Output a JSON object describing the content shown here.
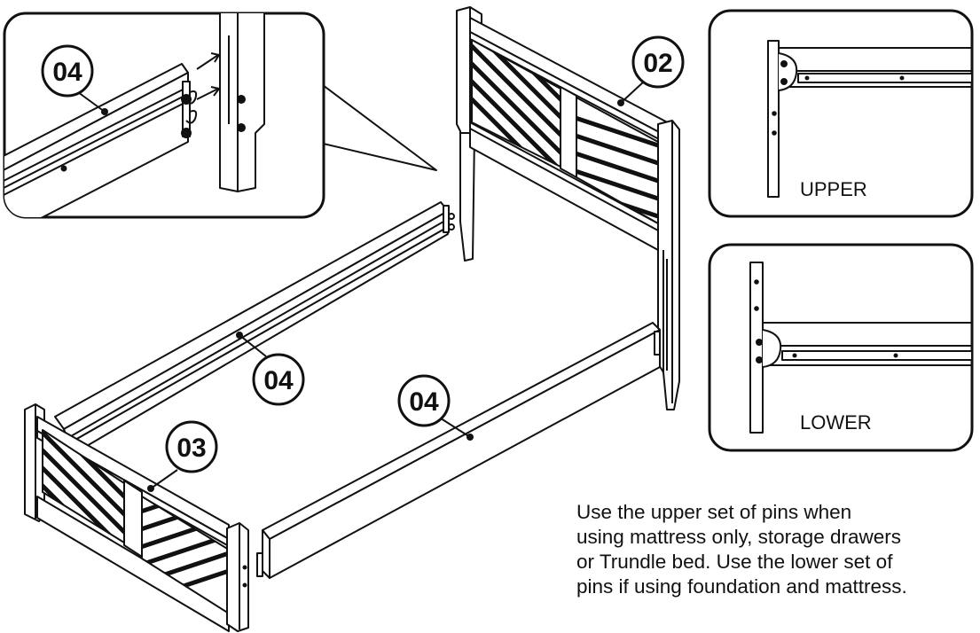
{
  "callouts": {
    "detail": "04",
    "headboard": "02",
    "rail_back": "04",
    "rail_front": "04",
    "footboard": "03"
  },
  "insets": {
    "upper": "UPPER",
    "lower": "LOWER"
  },
  "instruction": {
    "lines": [
      "Use the upper set of pins when",
      "using mattress only, storage drawers",
      "or Trundle bed. Use the lower set of",
      "pins if using foundation and mattress."
    ]
  },
  "colors": {
    "ink": "#111111",
    "panel": "#ffffff"
  }
}
